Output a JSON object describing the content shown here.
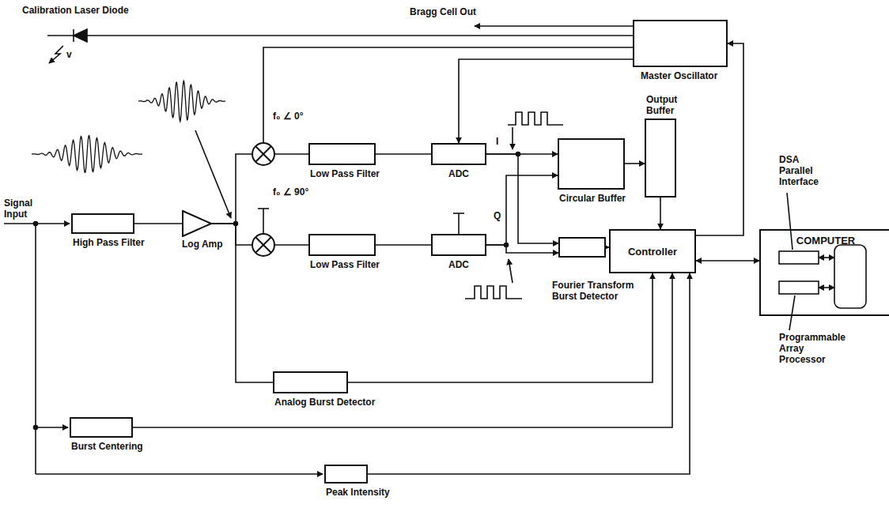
{
  "diagram": {
    "nodes": [
      {
        "text": [
          "High Pass Filter"
        ]
      },
      {
        "text": [
          "Log Amp"
        ]
      },
      {
        "text": [
          "Low Pass Filter"
        ]
      },
      {
        "text": [
          "ADC"
        ]
      },
      {
        "text": [
          "Low Pass Filter"
        ]
      },
      {
        "text": [
          "ADC"
        ]
      },
      {
        "text": [
          "Master Oscillator"
        ]
      },
      {
        "text": [
          "Output Buffer"
        ]
      },
      {
        "text": [
          "Circular Buffer"
        ]
      },
      {
        "text": [
          "Controller"
        ]
      },
      {
        "text": [
          "Fourier Transform Burst Detector"
        ]
      },
      {
        "text": [
          "Analog Burst Detector"
        ]
      },
      {
        "text": [
          "Burst Centering"
        ]
      },
      {
        "text": [
          "Peak Intensity"
        ]
      },
      {
        "text": [
          "COMPUTER"
        ]
      }
    ],
    "edges": [
      {
        "from": 0,
        "to": 1,
        "arrow": "none"
      },
      {
        "from": 1,
        "to": 2,
        "arrow": "none"
      },
      {
        "from": 1,
        "to": 4,
        "arrow": "none"
      },
      {
        "from": 1,
        "to": 11,
        "arrow": "none"
      },
      {
        "from": 2,
        "to": 3,
        "arrow": "none"
      },
      {
        "from": 4,
        "to": 5,
        "arrow": "none"
      },
      {
        "from": 3,
        "to": 8,
        "arrow": "to"
      },
      {
        "from": 3,
        "to": 10,
        "arrow": "to"
      },
      {
        "from": 5,
        "to": 8,
        "arrow": "to"
      },
      {
        "from": 5,
        "to": 10,
        "arrow": "to"
      },
      {
        "from": 8,
        "to": 7,
        "arrow": "to"
      },
      {
        "from": 7,
        "to": 9,
        "arrow": "to"
      },
      {
        "from": 10,
        "to": 9,
        "arrow": "to"
      },
      {
        "from": 11,
        "to": 9,
        "arrow": "to"
      },
      {
        "from": 12,
        "to": 9,
        "arrow": "to"
      },
      {
        "from": 13,
        "to": 9,
        "arrow": "to"
      },
      {
        "from": 9,
        "to": 6,
        "arrow": "to"
      },
      {
        "from": 6,
        "to": 3,
        "arrow": "to"
      },
      {
        "from": 9,
        "to": 14,
        "arrow": "both"
      }
    ],
    "labels": [
      "Calibration Laser Diode",
      "v",
      "Bragg Cell Out",
      "Signal Input",
      "f₀ ∠ 0°",
      "I",
      "f₀ ∠ 90°",
      "Q",
      "DSA Parallel Interface",
      "Programmable Array Processor"
    ]
  }
}
